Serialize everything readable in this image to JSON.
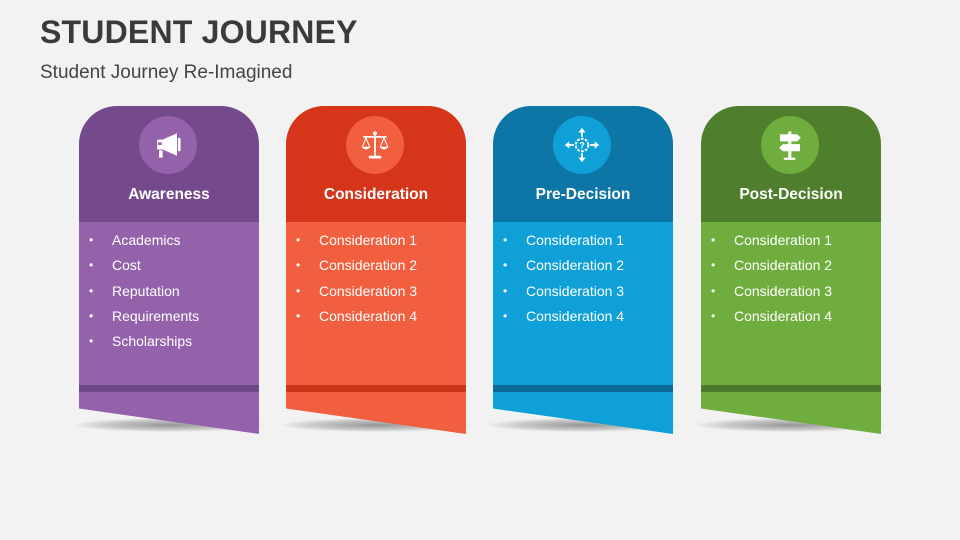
{
  "header": {
    "title": "STUDENT JOURNEY",
    "subtitle": "Student Journey Re-Imagined"
  },
  "cards": [
    {
      "title": "Awareness",
      "icon": "megaphone-icon",
      "top_color": "#744a8d",
      "body_color": "#9462ab",
      "items": [
        "Academics",
        "Cost",
        "Reputation",
        "Requirements",
        "Scholarships"
      ]
    },
    {
      "title": "Consideration",
      "icon": "scales-icon",
      "top_color": "#d5361a",
      "body_color": "#f15f3e",
      "items": [
        "Consideration 1",
        "Consideration 2",
        "Consideration 3",
        "Consideration 4"
      ]
    },
    {
      "title": "Pre-Decision",
      "icon": "decision-arrows-icon",
      "top_color": "#0e76a6",
      "body_color": "#0ea0d6",
      "items": [
        "Consideration 1",
        "Consideration 2",
        "Consideration 3",
        "Consideration 4"
      ]
    },
    {
      "title": "Post-Decision",
      "icon": "signpost-icon",
      "top_color": "#4f7f2c",
      "body_color": "#6fae3e",
      "items": [
        "Consideration 1",
        "Consideration 2",
        "Consideration 3",
        "Consideration 4"
      ]
    }
  ]
}
